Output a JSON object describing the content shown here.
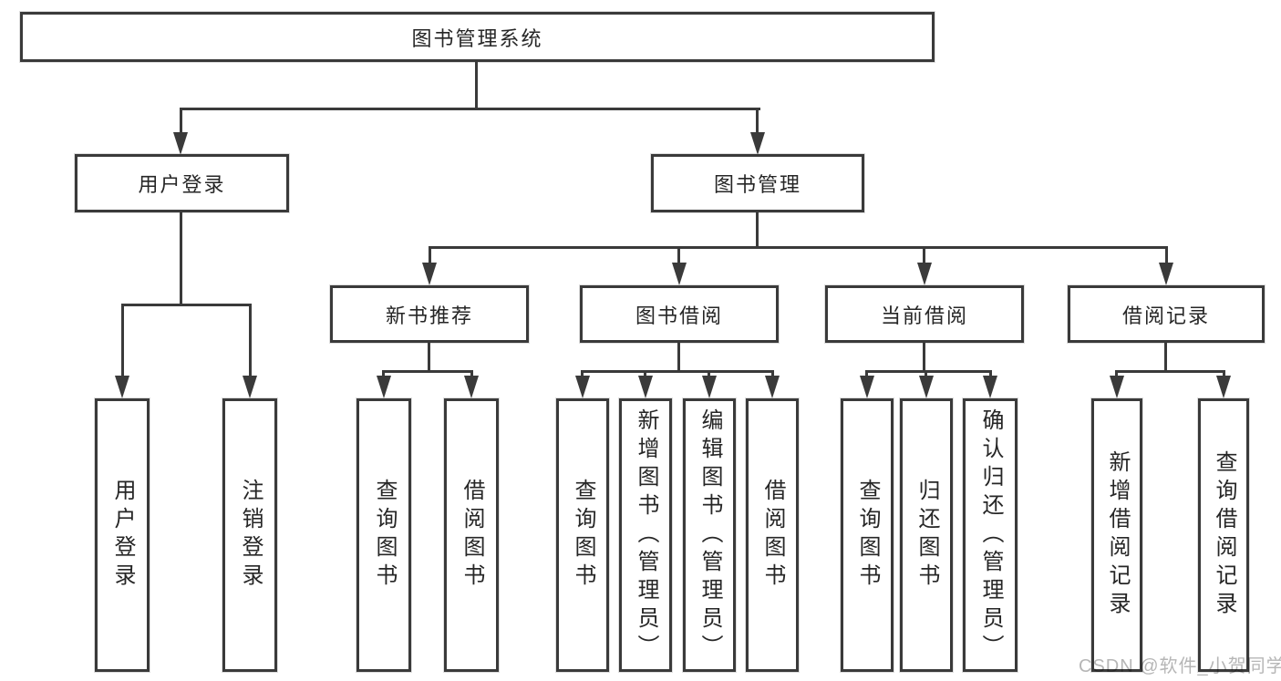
{
  "nodes": {
    "root": "图书管理系统",
    "login": "用户登录",
    "book_mgmt": "图书管理",
    "recommend": "新书推荐",
    "borrow": "图书借阅",
    "current": "当前借阅",
    "records": "借阅记录"
  },
  "leaves": {
    "login": [
      "用户登录",
      "注销登录"
    ],
    "recommend": [
      "查询图书",
      "借阅图书"
    ],
    "borrow": [
      "查询图书",
      "新增图书（管理员）",
      "编辑图书（管理员）",
      "借阅图书"
    ],
    "current": [
      "查询图书",
      "归还图书",
      "确认归还（管理员）"
    ],
    "records": [
      "新增借阅记录",
      "查询借阅记录"
    ]
  },
  "watermark": "CSDN @软件_小贺同学",
  "colors": {
    "line": "#3a3a3a",
    "text": "#262626",
    "watermark": "#a9a9a9",
    "background": "#ffffff"
  }
}
